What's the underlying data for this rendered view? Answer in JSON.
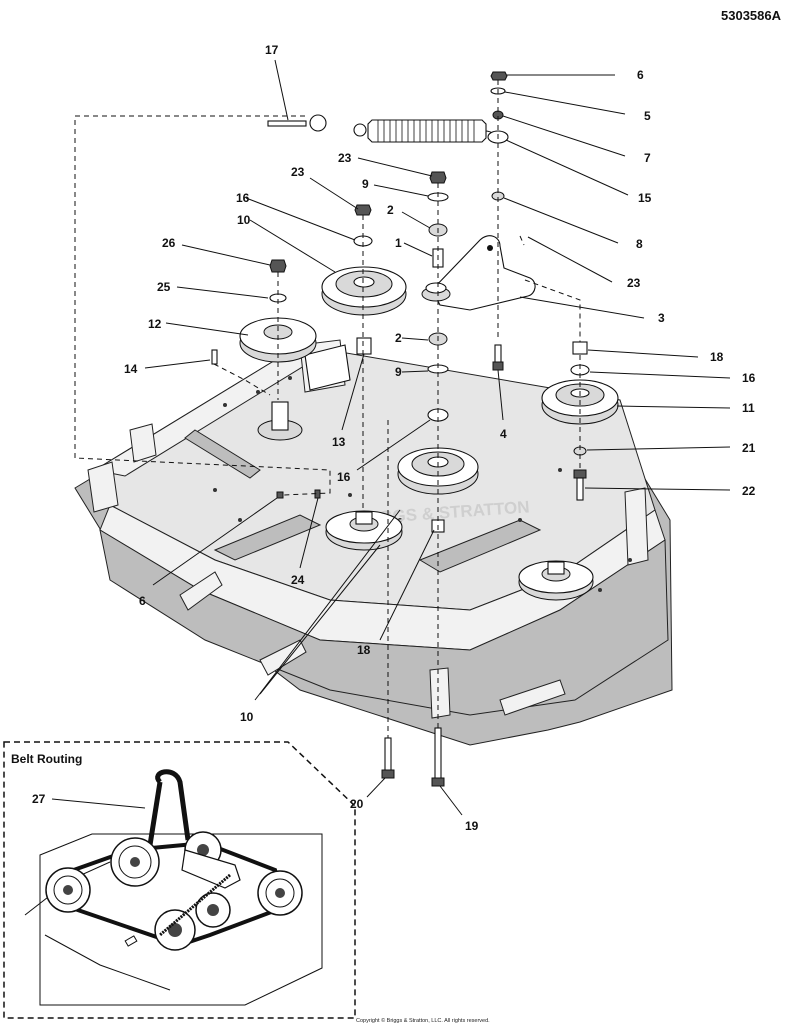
{
  "document_id": "5303586A",
  "belt_routing": {
    "title": "Belt Routing",
    "callout": "27"
  },
  "watermark": "BRIGGS & STRATTON",
  "copyright": "Copyright © Briggs & Stratton, LLC. All rights reserved.",
  "callouts": {
    "c17": "17",
    "c6_top": "6",
    "c5": "5",
    "c7": "7",
    "c15": "15",
    "c8": "8",
    "c23_a": "23",
    "c9_top": "9",
    "c23_b": "23",
    "c2_top": "2",
    "c16_left": "16",
    "c10_top": "10",
    "c1": "1",
    "c23_right": "23",
    "c26": "26",
    "c25": "25",
    "c3": "3",
    "c12": "12",
    "c2_mid": "2",
    "c18_right": "18",
    "c14": "14",
    "c9_mid": "9",
    "c16_right": "16",
    "c11": "11",
    "c4": "4",
    "c13": "13",
    "c21": "21",
    "c16_mid": "16",
    "c22": "22",
    "c6_low": "6",
    "c24": "24",
    "c18_low": "18",
    "c10_low": "10",
    "c20": "20",
    "c19": "19"
  }
}
